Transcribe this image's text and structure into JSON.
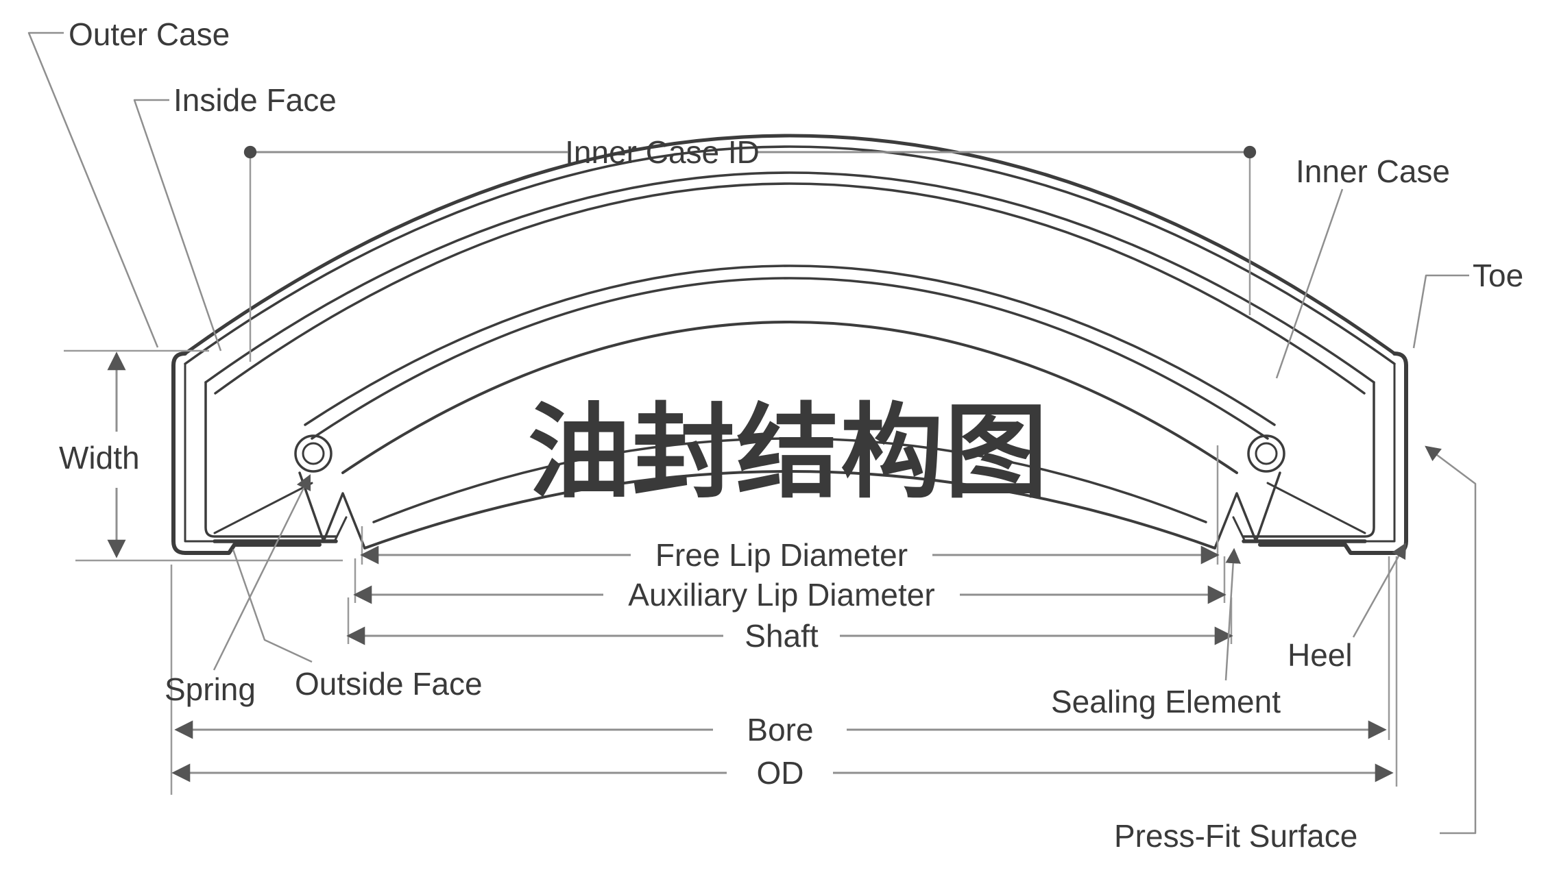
{
  "title": {
    "text": "油封结构图",
    "color": "#e23b2e"
  },
  "labels": {
    "outer_case": "Outer Case",
    "inside_face": "Inside Face",
    "inner_case_id": "Inner Case ID",
    "inner_case": "Inner Case",
    "toe": "Toe",
    "width": "Width",
    "free_lip_diameter": "Free Lip Diameter",
    "auxiliary_lip_diameter": "Auxiliary Lip Diameter",
    "shaft": "Shaft",
    "spring": "Spring",
    "outside_face": "Outside Face",
    "sealing_element": "Sealing Element",
    "heel": "Heel",
    "bore": "Bore",
    "od": "OD",
    "press_fit_surface": "Press-Fit Surface"
  },
  "colors": {
    "drawing_line": "#3c3c3c",
    "dimension_line": "#8f8f8f",
    "label_text": "#3a3a3a",
    "accent_red": "#e23b2e",
    "background": "#ffffff"
  }
}
